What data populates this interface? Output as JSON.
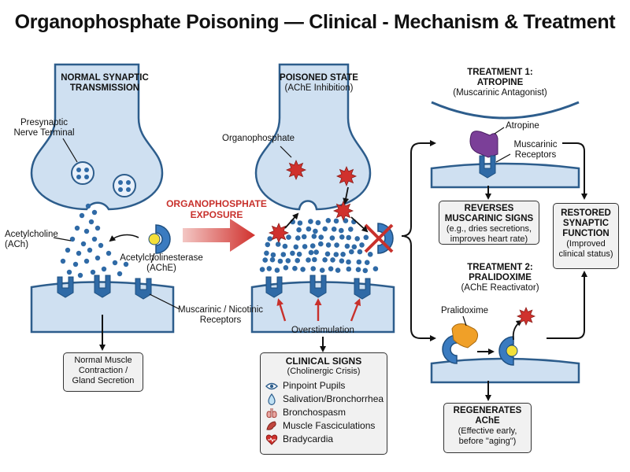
{
  "title": "Organophosphate Poisoning — Clinical - Mechanism & Treatment",
  "normal": {
    "heading_line1": "NORMAL SYNAPTIC",
    "heading_line2": "TRANSMISSION",
    "presynaptic_line1": "Presynaptic",
    "presynaptic_line2": "Nerve Terminal",
    "ach_line1": "Acetylcholine",
    "ach_line2": "(ACh)",
    "ache_line1": "Acetylcholinesterase",
    "ache_line2": "(AChE)",
    "receptors_line1": "Muscarinic / Nicotinic",
    "receptors_line2": "Receptors",
    "outcome_line1": "Normal Muscle",
    "outcome_line2": "Contraction /",
    "outcome_line3": "Gland Secretion"
  },
  "exposure_line1": "ORGANOPHOSPHATE",
  "exposure_line2": "EXPOSURE",
  "poisoned": {
    "heading_line1": "POISONED STATE",
    "heading_line2": "(AChE Inhibition)",
    "organophosphate_label": "Organophosphate",
    "overstimulation_label": "Overstimulation"
  },
  "clinical_signs": {
    "title": "CLINICAL SIGNS",
    "subtitle": "(Cholinergic Crisis)",
    "items": [
      {
        "label": "Pinpoint Pupils",
        "icon": "eye-icon"
      },
      {
        "label": "Salivation/Bronchorrhea",
        "icon": "salivation-icon"
      },
      {
        "label": "Bronchospasm",
        "icon": "lungs-icon"
      },
      {
        "label": "Muscle Fasciculations",
        "icon": "muscle-icon"
      },
      {
        "label": "Bradycardia",
        "icon": "heart-icon"
      }
    ]
  },
  "treatment1": {
    "heading_line1": "TREATMENT 1:",
    "heading_line2": "ATROPINE",
    "heading_line3": "(Muscarinic Antagonist)",
    "atropine_label": "Atropine",
    "receptors_line1": "Muscarinic",
    "receptors_line2": "Receptors",
    "reverses_title_line1": "REVERSES",
    "reverses_title_line2": "MUSCARINIC SIGNS",
    "reverses_line1": "(e.g., dries secretions,",
    "reverses_line2": "improves heart rate)"
  },
  "treatment2": {
    "heading_line1": "TREATMENT 2:",
    "heading_line2": "PRALIDOXIME",
    "heading_line3": "(AChE Reactivator)",
    "pralidoxime_label": "Pralidoxime",
    "regenerates_title_line1": "REGENERATES",
    "regenerates_title_line2": "AChE",
    "regenerates_line1": "(Effective early,",
    "regenerates_line2": "before \"aging\")"
  },
  "restored": {
    "title_line1": "RESTORED",
    "title_line2": "SYNAPTIC",
    "title_line3": "FUNCTION",
    "sub_line1": "(Improved",
    "sub_line2": "clinical status)"
  },
  "colors": {
    "membrane_fill": "#cfe0f1",
    "membrane_stroke": "#2d5d8c",
    "ach_dot": "#2f6aa6",
    "organophosphate": "#d0312d",
    "ache_body": "#3a7bc0",
    "ache_site": "#f4e03a",
    "atropine": "#7b3f98",
    "pralidoxime": "#f0a028",
    "exposure_arrow": "#c8312c"
  }
}
